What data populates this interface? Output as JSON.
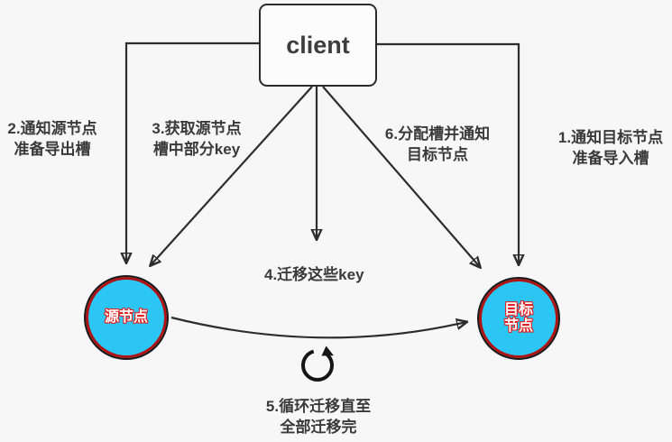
{
  "diagram": {
    "title_hint": "redis-cluster-slot-migration-flow",
    "client": {
      "label": "client"
    },
    "nodes": {
      "source": {
        "label": "源节点"
      },
      "target": {
        "line1": "目标",
        "line2": "节点"
      },
      "fill_color": "#2bc6f4",
      "ring_color": "#b11212",
      "edge_color": "#1a1a1a",
      "text_color": "#ffffff",
      "text_outline_color": "#e02020"
    },
    "steps": {
      "s1": {
        "line1": "1.通知目标节点",
        "line2": "准备导入槽"
      },
      "s2": {
        "line1": "2.通知源节点",
        "line2": "准备导出槽"
      },
      "s3": {
        "line1": "3.获取源节点",
        "line2": "槽中部分key"
      },
      "s4": {
        "text": "4.迁移这些key"
      },
      "s5": {
        "line1": "5.循环迁移直至",
        "line2": "全部迁移完"
      },
      "s6": {
        "line1": "6.分配槽并通知",
        "line2": "目标节点"
      }
    },
    "icons": {
      "loop": "clockwise-loop-arrow"
    },
    "colors": {
      "background": "#f7f7f7",
      "line": "#2d2d2d",
      "label_text": "#3a3a3a"
    }
  }
}
